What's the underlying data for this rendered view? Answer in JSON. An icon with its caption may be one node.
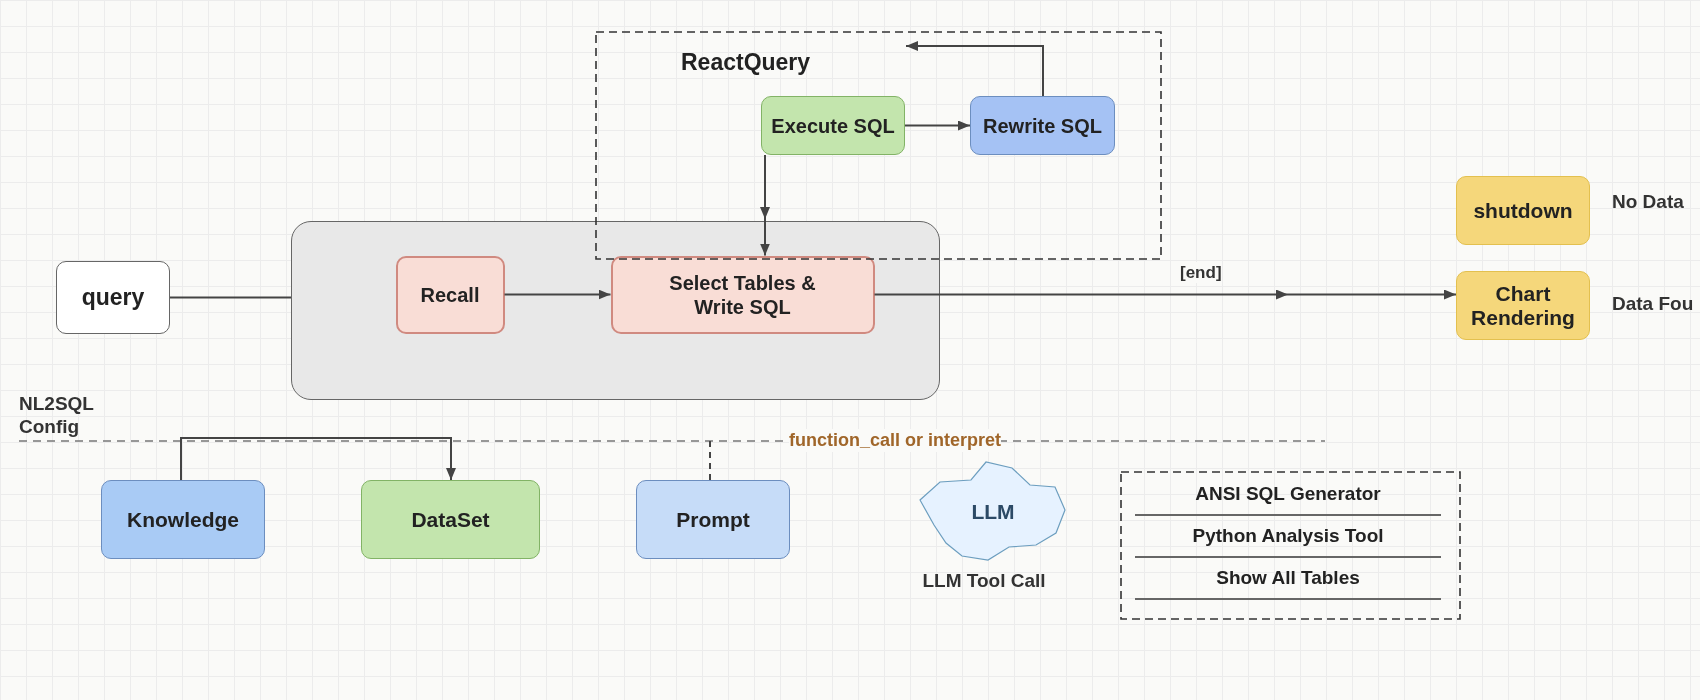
{
  "diagram": {
    "nodes": [
      {
        "text": [
          "ReactQuery"
        ]
      },
      {
        "text": [
          "Execute SQL"
        ],
        "in": 0
      },
      {
        "text": [
          "Rewrite SQL"
        ],
        "in": 0
      },
      {
        "text": [
          "shutdown"
        ],
        "beside": [
          "No Data"
        ]
      },
      {
        "text": [
          "query"
        ]
      },
      {
        "text": [],
        "shape": "box"
      },
      {
        "text": [
          "Recall"
        ],
        "in": 5
      },
      {
        "text": [
          "Select Tables & Write SQL"
        ],
        "in": 5
      },
      {
        "text": [
          "Chart Rendering"
        ],
        "beside": [
          "Data Fou"
        ]
      },
      {
        "text": [
          "Knowledge"
        ]
      },
      {
        "text": [
          "DataSet"
        ]
      },
      {
        "text": [
          "Prompt"
        ]
      },
      {
        "text": [
          "LLM"
        ],
        "beside": [
          "LLM Tool Call"
        ]
      },
      {
        "text": [
          "ANSI SQL Generator",
          "Python Analysis Tool",
          "Show All Tables"
        ]
      }
    ],
    "edges": [
      {
        "from": 1,
        "to": 2,
        "arrow": "to"
      },
      {
        "from": 2,
        "to": null,
        "arrow": "to"
      },
      {
        "from": 1,
        "to": 7,
        "arrow": "to"
      },
      {
        "from": 4,
        "to": 5,
        "arrow": "none"
      },
      {
        "from": 6,
        "to": 7,
        "arrow": "to"
      },
      {
        "from": 7,
        "to": 8,
        "arrow": "to",
        "label": "[end]"
      },
      {
        "from": 9,
        "to": 10,
        "arrow": "to"
      },
      {
        "from": 11,
        "to": null,
        "arrow": "none",
        "style": "dashed"
      }
    ],
    "labels": [
      "NL2SQL Config",
      "function_call or interpret"
    ]
  }
}
